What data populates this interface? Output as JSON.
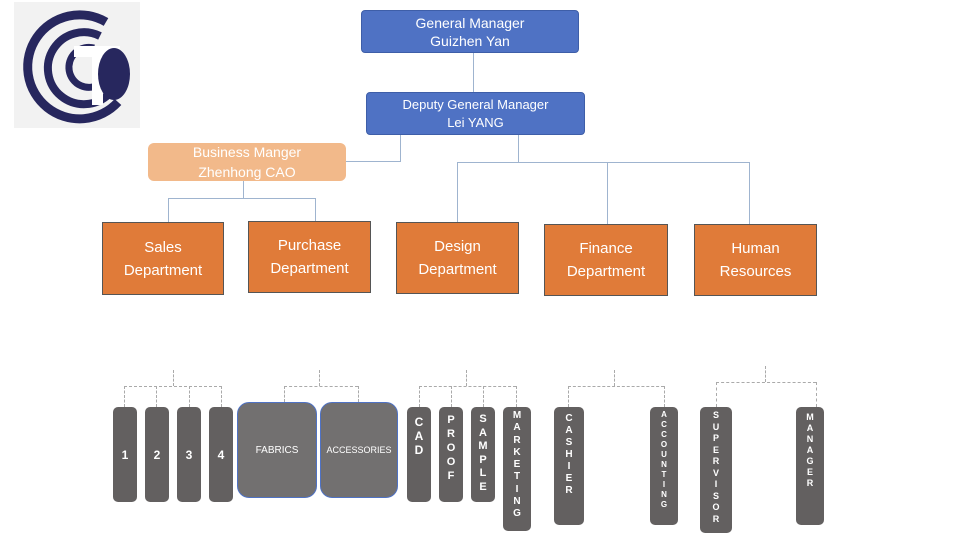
{
  "top": {
    "gm": {
      "title": "General Manager",
      "name": "Guizhen Yan"
    },
    "dgm": {
      "title": "Deputy General Manager",
      "name": "Lei YANG"
    },
    "bm": {
      "title": "Business Manger",
      "name": "Zhenhong CAO"
    }
  },
  "departments": [
    {
      "line1": "Sales",
      "line2": "Department"
    },
    {
      "line1": "Purchase",
      "line2": "Department"
    },
    {
      "line1": "Design",
      "line2": "Department"
    },
    {
      "line1": "Finance",
      "line2": "Department"
    },
    {
      "line1": "Human",
      "line2": "Resources"
    }
  ],
  "subunits": {
    "sales": [
      "1",
      "2",
      "3",
      "4"
    ],
    "purchase": [
      "FABRICS",
      "ACCESSORIES"
    ],
    "design": [
      "C\nA\nD",
      "P\nR\nO\nO\nF",
      "S\nA\nM\nP\nL\nE",
      "M\nA\nR\nK\nE\nT\nI\nN\nG"
    ],
    "finance": [
      "C\nA\nS\nH\nI\nE\nR",
      "A\nC\nC\nO\nU\nN\nT\nI\nN\nG"
    ],
    "hr": [
      "S\nU\nP\nE\nR\nV\nI\nS\nO\nR",
      "M\nA\nN\nA\nG\nE\nR"
    ]
  },
  "colors": {
    "blue": "#4f72c4",
    "peach": "#f2b98a",
    "orange": "#e07b39",
    "subunit": "#636060"
  }
}
